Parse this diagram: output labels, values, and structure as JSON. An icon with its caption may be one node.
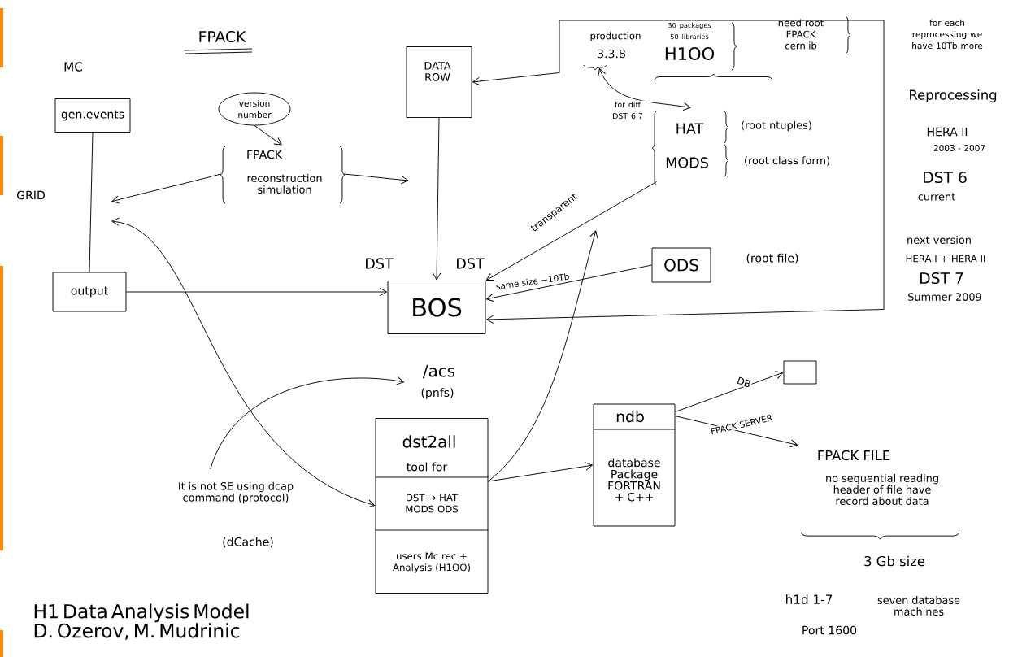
{
  "diagram": {
    "title": "FPACK",
    "caption": "H1 Data Analysis Model D. Ozerov, M. Mudrinic",
    "nodes": [
      {
        "text": [],
        "shape": "box"
      },
      {
        "text": [
          "DATA ROW"
        ]
      },
      {
        "text": [
          "gen.events"
        ]
      },
      {
        "text": [
          "version number"
        ]
      },
      {
        "text": [
          "FPACK",
          "reconstruction simulation"
        ]
      },
      {
        "text": [
          "output"
        ]
      },
      {
        "text": [
          "BOS"
        ],
        "beside": [
          "DST",
          "DST"
        ]
      },
      {
        "text": [
          "production",
          "3.3.8"
        ],
        "in": 0
      },
      {
        "text": [
          "30 packages 50 libraries",
          "H1OO"
        ],
        "in": 0
      },
      {
        "text": [
          "HAT",
          "MODS"
        ],
        "in": 0
      },
      {
        "text": [
          "ODS"
        ],
        "beside": [
          "(root file)"
        ],
        "in": 0
      },
      {
        "text": [
          "/acs",
          "(pnfs)"
        ]
      },
      {
        "text": [
          "dst2all",
          "tool for",
          "DST → HAT MODS ODS",
          "users Mc rec + Analysis (H1OO)"
        ]
      },
      {
        "text": [
          "ndb",
          "database Package FORTRAN + C++"
        ]
      },
      {
        "text": [],
        "shape": "box"
      },
      {
        "text": [
          "FPACK FILE",
          "no sequential reading header of file have record about data"
        ]
      },
      {
        "text": [
          "It is not SE using dcap command (protocol)",
          "(dCache)"
        ]
      }
    ],
    "edges": [
      {
        "from": 0,
        "to": 1,
        "arrow": "to"
      },
      {
        "from": 1,
        "to": 6,
        "arrow": "to"
      },
      {
        "from": 2,
        "to": 5,
        "arrow": "none"
      },
      {
        "from": 3,
        "to": 4,
        "arrow": "to"
      },
      {
        "from": 4,
        "to": null,
        "arrow": "to"
      },
      {
        "from": 4,
        "to": null,
        "arrow": "to"
      },
      {
        "from": 5,
        "to": 6,
        "arrow": "to"
      },
      {
        "from": 0,
        "to": 6,
        "arrow": "to"
      },
      {
        "from": 7,
        "to": 9,
        "arrow": "both",
        "label": "for diff DST 6,7"
      },
      {
        "from": 9,
        "to": 6,
        "arrow": "to",
        "label": "transparent"
      },
      {
        "from": 10,
        "to": 6,
        "arrow": "to",
        "label": "same size ~10Tb"
      },
      {
        "from": 12,
        "to": null,
        "arrow": "both"
      },
      {
        "from": 16,
        "to": 11,
        "arrow": "to"
      },
      {
        "from": 12,
        "to": null,
        "arrow": "to"
      },
      {
        "from": 12,
        "to": 13,
        "arrow": "to"
      },
      {
        "from": 13,
        "to": 14,
        "arrow": "to",
        "label": "DB"
      },
      {
        "from": 13,
        "to": 15,
        "arrow": "to",
        "label": "FPACK SERVER"
      }
    ],
    "labels": [
      "MC",
      "GRID",
      "need root FPACK cernlib",
      "(root ntuples)",
      "(root class form)",
      "for each reprocessing we have 10Tb more",
      "Reprocessing",
      "HERA II",
      "2003 - 2007",
      "DST 6",
      "current",
      "next version",
      "HERA I + HERA II",
      "DST 7",
      "Summer 2009",
      "3 Gb size",
      "h1d 1-7",
      "seven database machines",
      "Port 1600"
    ]
  }
}
